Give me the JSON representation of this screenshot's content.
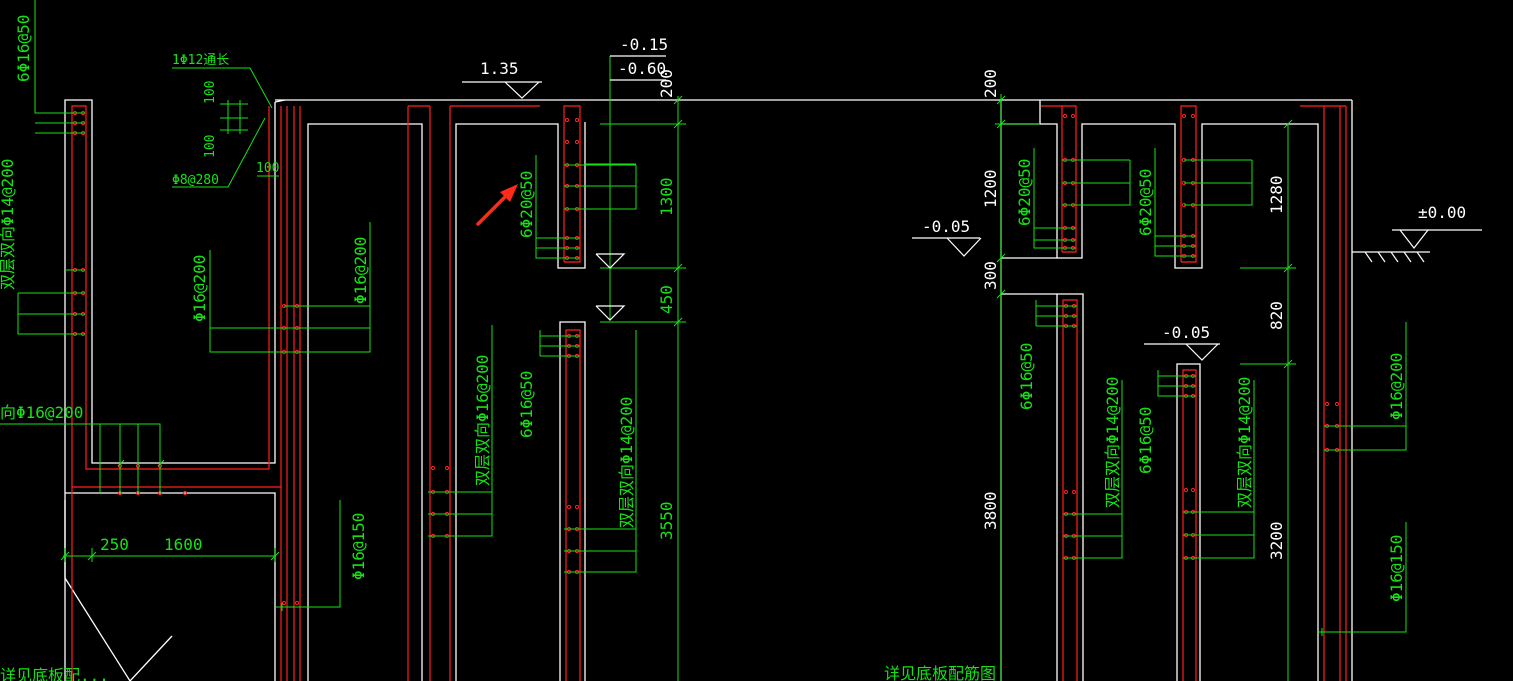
{
  "colors": {
    "background": "#000000",
    "outline": "#ffffff",
    "rebar": "#ff2020",
    "dimension": "#16e216",
    "arrow": "#ff2a1a"
  },
  "labels": {
    "l_6phi16_50_top": "6Φ16@50",
    "l_1phi12": "1Φ12通长",
    "l_100a": "100",
    "l_100b": "100",
    "l_100c": "100",
    "l_phi8_280": "Φ8@280",
    "l_two_way_14_left": "双层双向Φ14@200",
    "l_two_way_16_left": "向Φ16@200",
    "l_250": "250",
    "l_1600": "1600",
    "l_phi16_200_a": "Φ16@200",
    "l_phi16_200_b": "Φ16@200",
    "l_phi16_150_a": "Φ16@150",
    "l_two_way_16_200": "双层双向Φ16@200",
    "l_6phi20_50_a": "6Φ20@50",
    "l_6phi16_50_b": "6Φ16@50",
    "l_two_way_14_mid": "双层双向Φ14@200",
    "l_1300": "1300",
    "l_450": "450",
    "l_3550": "3550",
    "l_200_top": "200",
    "l_135": "1.35",
    "l_m015": "-0.15",
    "l_m060": "-0.60",
    "l_m005_a": "-0.05",
    "l_200_b": "200",
    "l_1200": "1200",
    "l_300": "300",
    "l_3800": "3800",
    "l_6phi20_50_b": "6Φ20@50",
    "l_6phi16_50_c": "6Φ16@50",
    "l_two_way_14_r1": "双层双向Φ14@200",
    "l_6phi20_50_c": "6Φ20@50",
    "l_6phi16_50_d": "6Φ16@50",
    "l_two_way_14_r2": "双层双向Φ14@200",
    "l_m005_b": "-0.05",
    "l_1280": "1280",
    "l_820": "820",
    "l_3200": "3200",
    "l_pm000": "±0.00",
    "l_phi16_200_c": "Φ16@200",
    "l_phi16_150_b": "Φ16@150",
    "l_see_bottom": "详见底板配筋图",
    "l_bottom_left": "详见底板配..."
  }
}
